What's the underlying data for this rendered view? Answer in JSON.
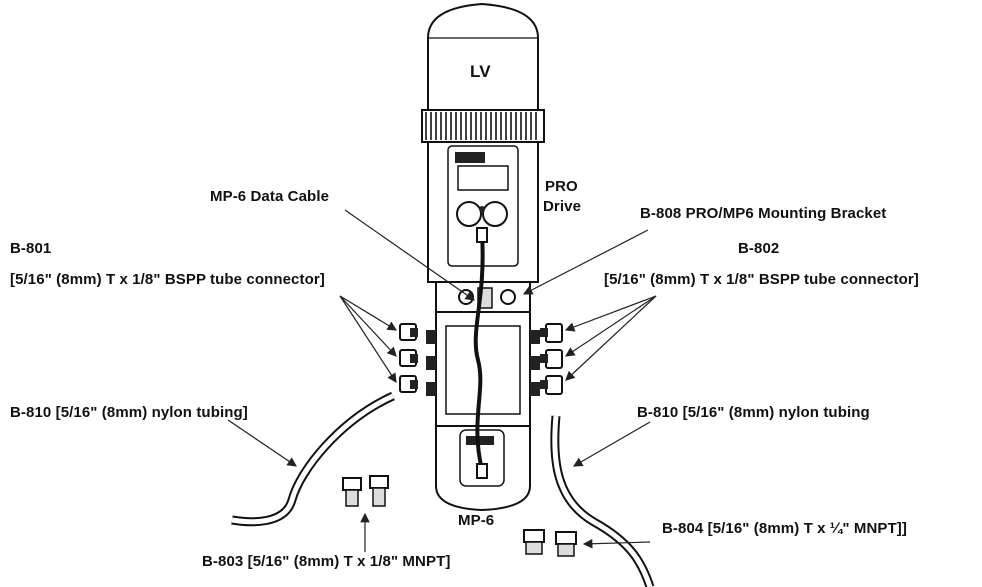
{
  "unit_labels": {
    "lv": "LV",
    "pro_drive_line1": "PRO",
    "pro_drive_line2": "Drive",
    "mp6": "MP-6"
  },
  "callouts": {
    "mp6_data_cable": "MP-6 Data Cable",
    "b808": "B-808 PRO/MP6 Mounting Bracket",
    "b801_code": "B-801",
    "b801_desc": "[5/16\" (8mm) T x 1/8\" BSPP tube connector]",
    "b802_code": "B-802",
    "b802_desc": "[5/16\" (8mm) T x 1/8\" BSPP tube connector]",
    "b810_left": "B-810 [5/16\" (8mm) nylon tubing]",
    "b810_right": "B-810 [5/16\" (8mm) nylon tubing",
    "b803": "B-803 [5/16\" (8mm) T x 1/8\" MNPT]",
    "b804": "B-804 [5/16\" (8mm) T x ¼\" MNPT]]"
  },
  "colors": {
    "line": "#111111",
    "body_fill": "#ffffff",
    "shade": "#d8d8d8",
    "dark": "#222222"
  }
}
